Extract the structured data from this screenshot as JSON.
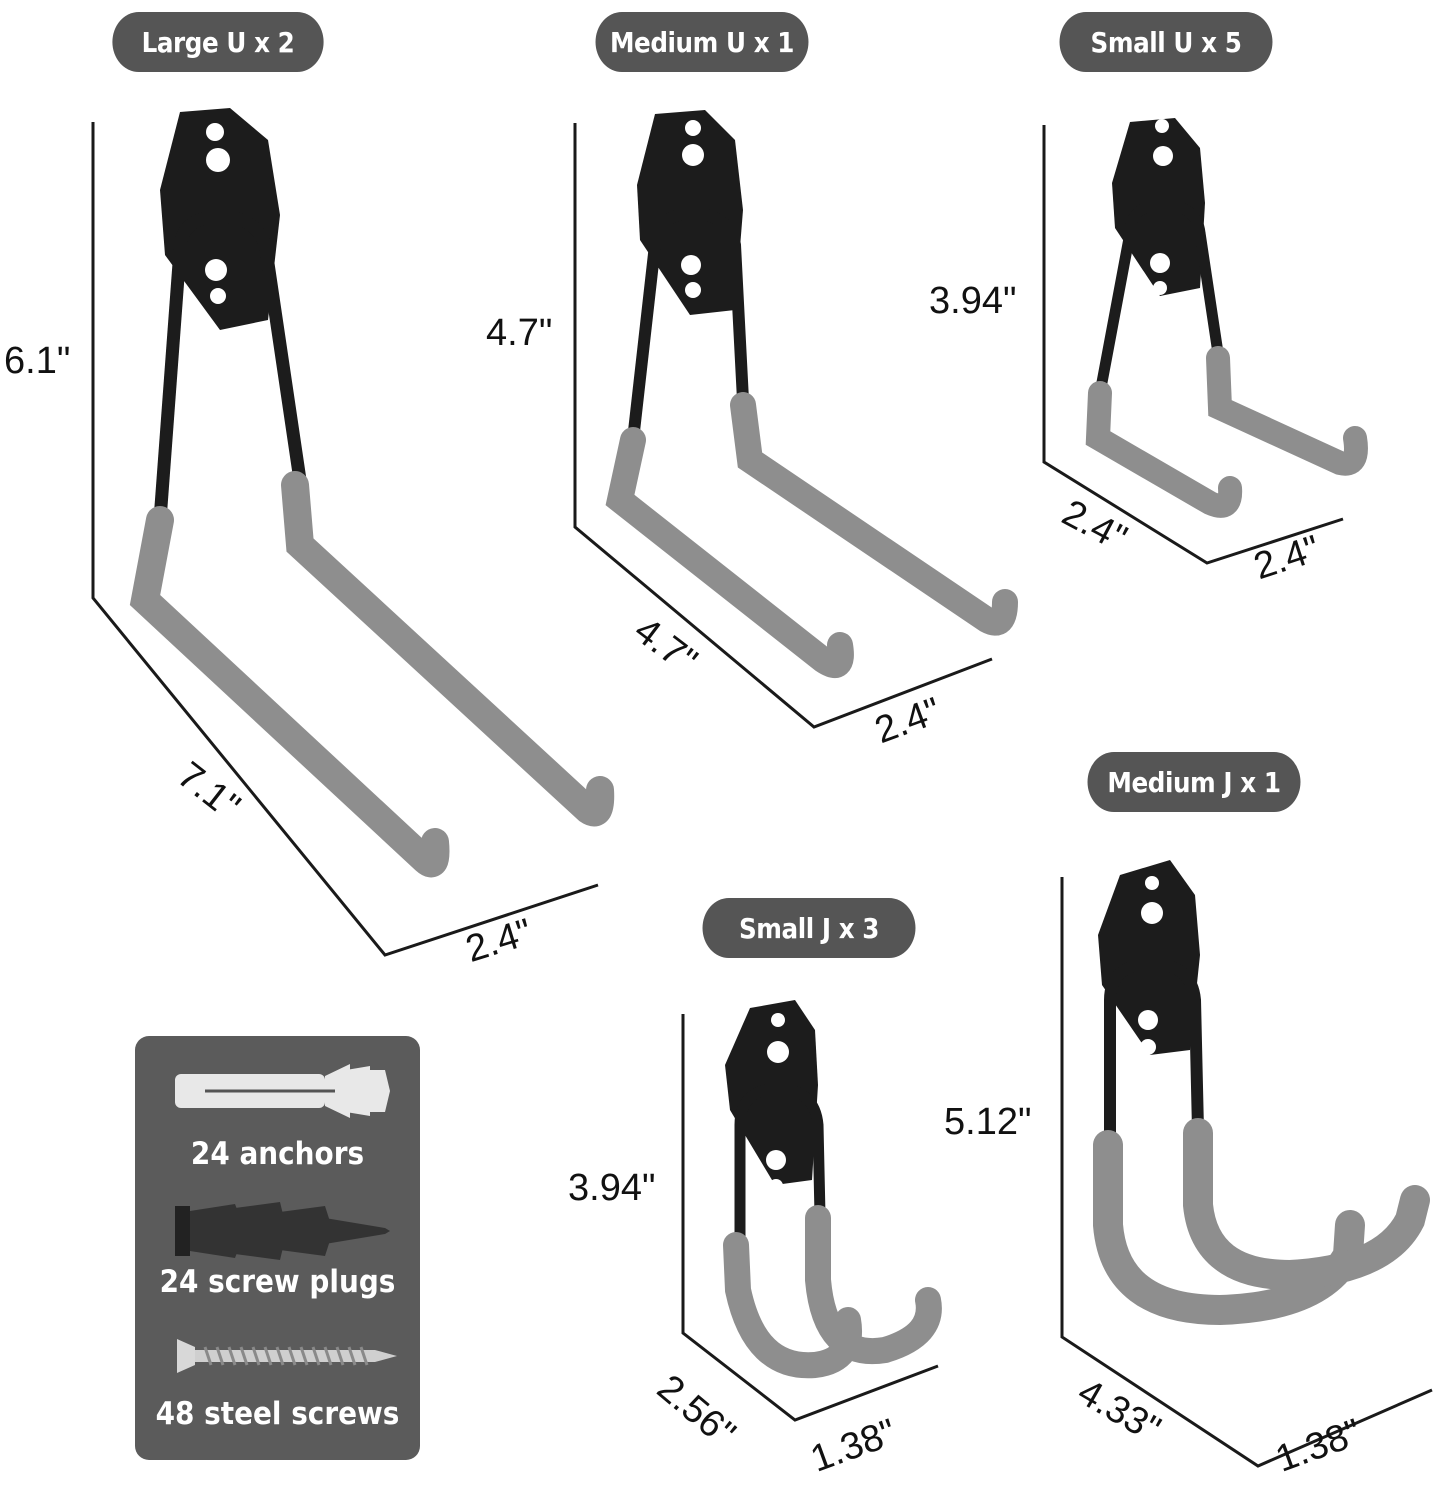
{
  "labels": {
    "large_u": "Large U x 2",
    "medium_u": "Medium U x 1",
    "small_u": "Small U x 5",
    "small_j": "Small J x 3",
    "medium_j": "Medium J x 1"
  },
  "dimensions": {
    "large_u": {
      "height": "6.1\"",
      "depth": "7.1\"",
      "width": "2.4\""
    },
    "medium_u": {
      "height": "4.7\"",
      "depth": "4.7\"",
      "width": "2.4\""
    },
    "small_u": {
      "height": "3.94\"",
      "depth": "2.4\"",
      "width": "2.4\""
    },
    "small_j": {
      "height": "3.94\"",
      "depth": "2.56\"",
      "width": "1.38\""
    },
    "medium_j": {
      "height": "5.12\"",
      "depth": "4.33\"",
      "width": "1.38\""
    }
  },
  "hardware": {
    "anchors": "24 anchors",
    "screw_plugs": "24 screw plugs",
    "steel_screws": "48 steel screws"
  },
  "colors": {
    "label_bg": "#555555",
    "hardware_bg": "#5b5b5b",
    "plate": "#1c1c1c",
    "coating": "#8e8e8e"
  }
}
